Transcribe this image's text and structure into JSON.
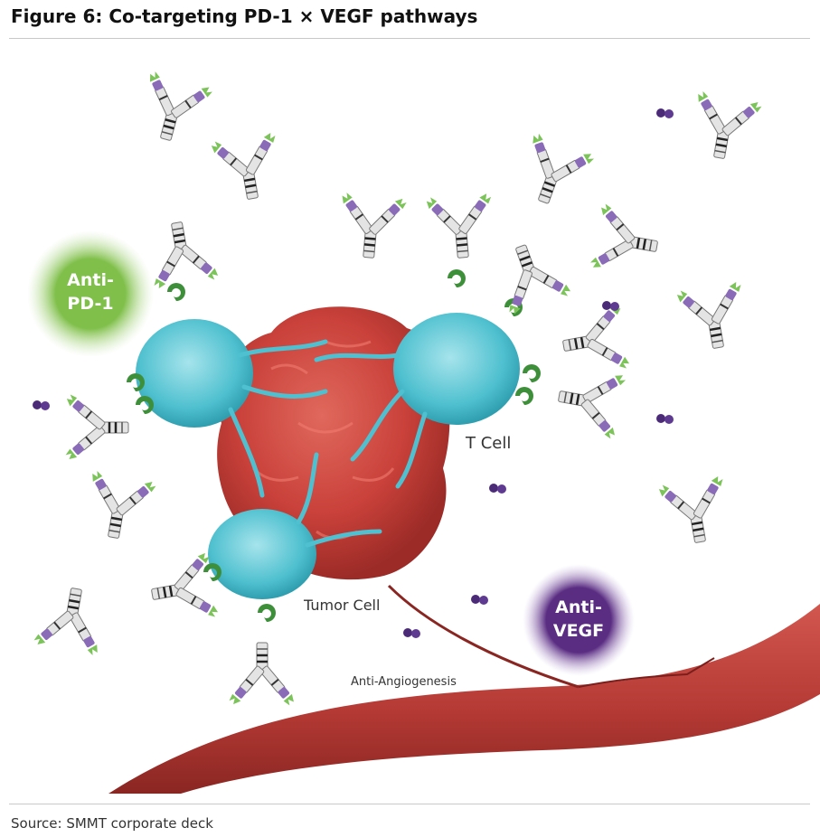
{
  "figure": {
    "title": "Figure 6: Co-targeting PD-1 × VEGF pathways"
  },
  "diagram": {
    "labels": {
      "anti_pd1": [
        "Anti-",
        "PD-1"
      ],
      "anti_vegf": [
        "Anti-",
        "VEGF"
      ],
      "t_cell": "T Cell",
      "tumor_cell": "Tumor Cell",
      "anti_angiogenesis": "Anti-Angiogenesis"
    },
    "colors": {
      "anti_pd1_badge": "#7fbf4a",
      "anti_vegf_badge": "#5a2d82",
      "t_cell": "#4fc0cf",
      "tumor_cell": "#c9413a",
      "blood_vessel": "#b63a35",
      "pd1_binder": "#3e8f3a",
      "vegf_ligand": "#4b2a78"
    }
  },
  "footer": {
    "source": "Source: SMMT corporate deck"
  }
}
